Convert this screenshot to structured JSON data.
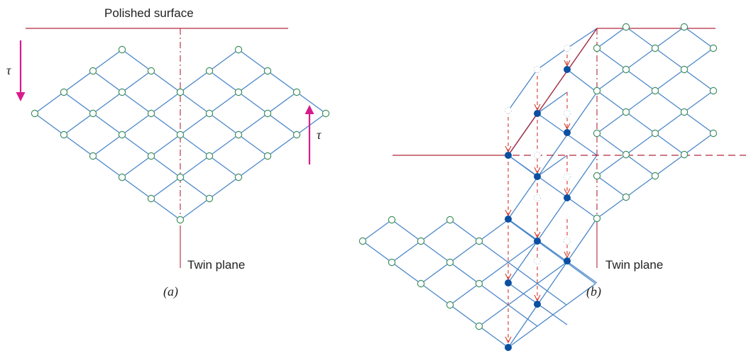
{
  "colors": {
    "lattice": "#4a86c8",
    "plane": "#b0283c",
    "atom_open_stroke": "#3f8f5f",
    "atom_filled": "#0a4fa0",
    "arrow_tau": "#d81b8c",
    "displacement": "#d23a2a"
  },
  "panel_a": {
    "surface_label": "Polished surface",
    "twin_label": "Twin plane",
    "caption": "(a)",
    "shear_left": "τ",
    "shear_right": "τ"
  },
  "panel_b": {
    "twin_label": "Twin plane",
    "caption": "(b)"
  }
}
